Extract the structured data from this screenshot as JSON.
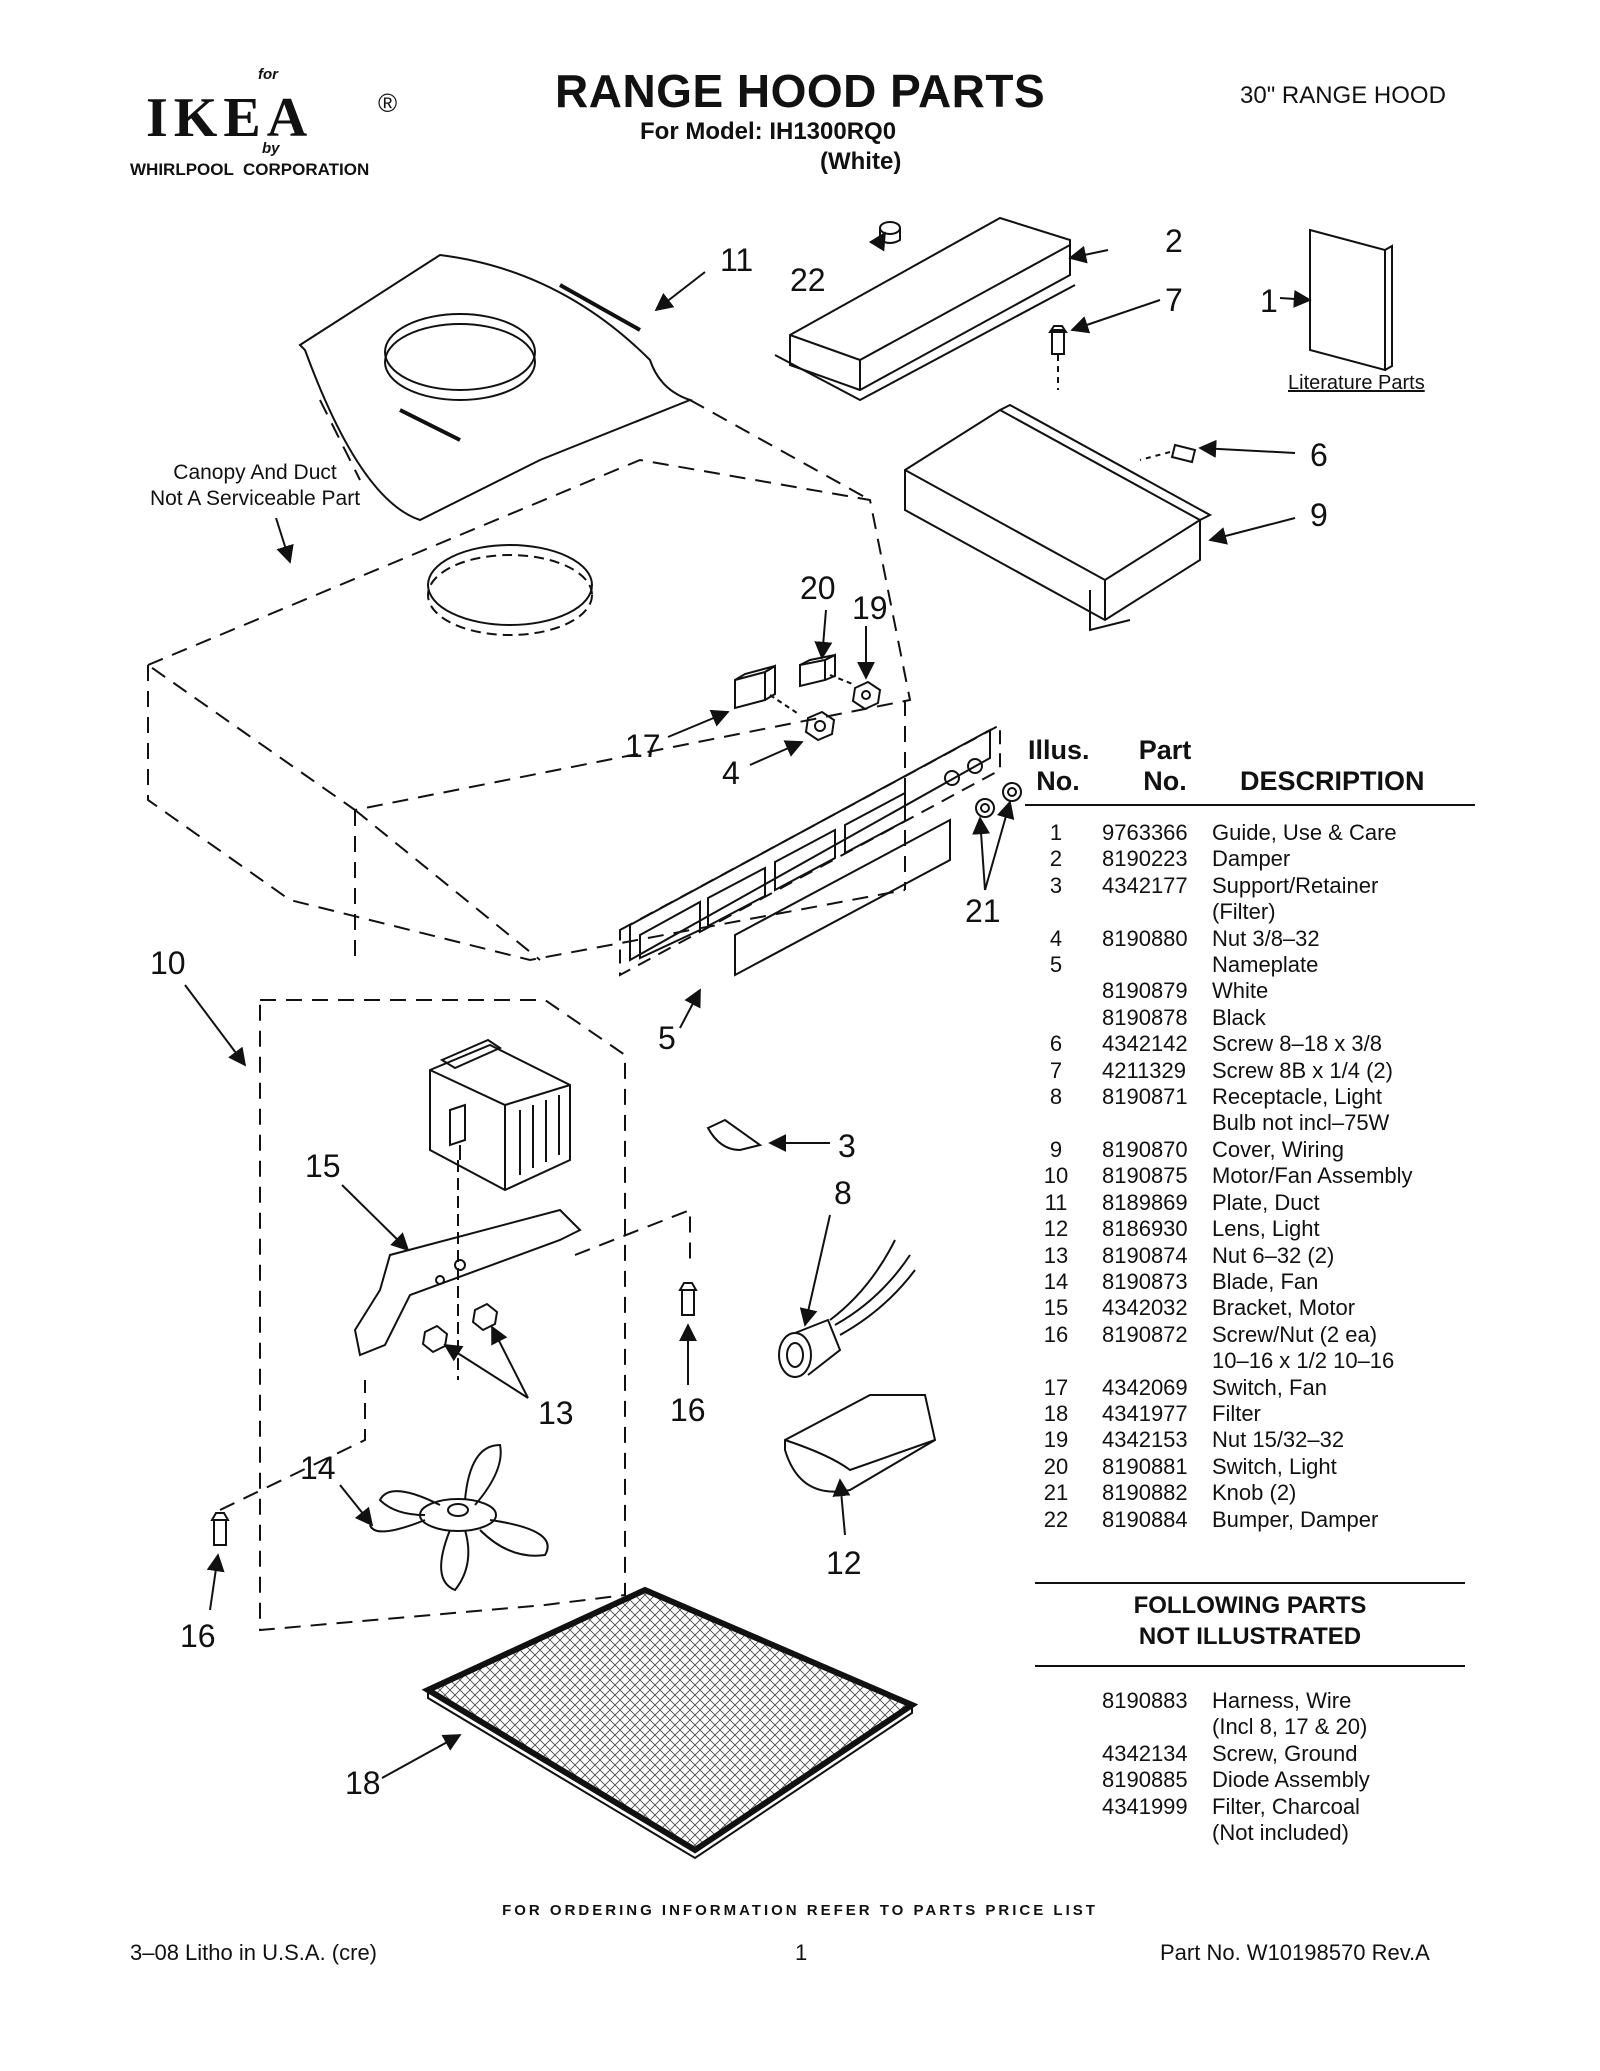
{
  "header": {
    "brand_for": "for",
    "logo": "IKEA",
    "logo_reg": "®",
    "brand_by": "by",
    "corporation": "WHIRLPOOL  CORPORATION",
    "title": "RANGE HOOD PARTS",
    "model": "For Model: IH1300RQ0",
    "color": "(White)",
    "hood_size": "30\" RANGE HOOD"
  },
  "diagram": {
    "canopy_note_line1": "Canopy And Duct",
    "canopy_note_line2": "Not A Serviceable Part",
    "literature_label": "Literature Parts",
    "callouts": {
      "c1": "1",
      "c2": "2",
      "c3": "3",
      "c4": "4",
      "c5": "5",
      "c6": "6",
      "c7": "7",
      "c8": "8",
      "c9": "9",
      "c10": "10",
      "c11": "11",
      "c12": "12",
      "c13": "13",
      "c14": "14",
      "c15": "15",
      "c16a": "16",
      "c16b": "16",
      "c17": "17",
      "c18": "18",
      "c19": "19",
      "c20": "20",
      "c21": "21",
      "c22": "22"
    }
  },
  "table": {
    "head_illus": "Illus.",
    "head_no1": "No.",
    "head_part": "Part",
    "head_no2": "No.",
    "head_desc": "DESCRIPTION",
    "rows": [
      {
        "no": "1",
        "part": "9763366",
        "desc": "Guide, Use & Care"
      },
      {
        "no": "2",
        "part": "8190223",
        "desc": "Damper"
      },
      {
        "no": "3",
        "part": "4342177",
        "desc": "Support/Retainer"
      },
      {
        "no": "",
        "part": "",
        "desc": "(Filter)"
      },
      {
        "no": "4",
        "part": "8190880",
        "desc": "Nut 3/8–32"
      },
      {
        "no": "5",
        "part": "",
        "desc": "Nameplate"
      },
      {
        "no": "",
        "part": "8190879",
        "desc": "White"
      },
      {
        "no": "",
        "part": "8190878",
        "desc": "Black"
      },
      {
        "no": "6",
        "part": "4342142",
        "desc": "Screw 8–18 x 3/8"
      },
      {
        "no": "7",
        "part": "4211329",
        "desc": "Screw 8B x 1/4 (2)"
      },
      {
        "no": "8",
        "part": "8190871",
        "desc": "Receptacle, Light"
      },
      {
        "no": "",
        "part": "",
        "desc": "Bulb not incl–75W"
      },
      {
        "no": "9",
        "part": "8190870",
        "desc": "Cover, Wiring"
      },
      {
        "no": "10",
        "part": "8190875",
        "desc": "Motor/Fan Assembly"
      },
      {
        "no": "11",
        "part": "8189869",
        "desc": "Plate, Duct"
      },
      {
        "no": "12",
        "part": "8186930",
        "desc": "Lens, Light"
      },
      {
        "no": "13",
        "part": "8190874",
        "desc": "Nut 6–32 (2)"
      },
      {
        "no": "14",
        "part": "8190873",
        "desc": "Blade, Fan"
      },
      {
        "no": "15",
        "part": "4342032",
        "desc": "Bracket, Motor"
      },
      {
        "no": "16",
        "part": "8190872",
        "desc": "Screw/Nut (2 ea)"
      },
      {
        "no": "",
        "part": "",
        "desc": "10–16 x 1/2 10–16"
      },
      {
        "no": "17",
        "part": "4342069",
        "desc": "Switch, Fan"
      },
      {
        "no": "18",
        "part": "4341977",
        "desc": "Filter"
      },
      {
        "no": "19",
        "part": "4342153",
        "desc": "Nut 15/32–32"
      },
      {
        "no": "20",
        "part": "8190881",
        "desc": "Switch, Light"
      },
      {
        "no": "21",
        "part": "8190882",
        "desc": "Knob (2)"
      },
      {
        "no": "22",
        "part": "8190884",
        "desc": "Bumper, Damper"
      }
    ],
    "not_illustrated_line1": "FOLLOWING PARTS",
    "not_illustrated_line2": "NOT ILLUSTRATED",
    "not_illustrated": [
      {
        "part": "8190883",
        "desc": "Harness, Wire"
      },
      {
        "part": "",
        "desc": "(Incl 8, 17 & 20)"
      },
      {
        "part": "4342134",
        "desc": "Screw, Ground"
      },
      {
        "part": "8190885",
        "desc": "Diode Assembly"
      },
      {
        "part": "4341999",
        "desc": "Filter, Charcoal"
      },
      {
        "part": "",
        "desc": "(Not included)"
      }
    ]
  },
  "footer": {
    "ordering": "FOR ORDERING INFORMATION REFER TO PARTS PRICE LIST",
    "litho": "3–08 Litho in U.S.A. (cre)",
    "page": "1",
    "part_no": "Part No. W10198570 Rev.A"
  }
}
